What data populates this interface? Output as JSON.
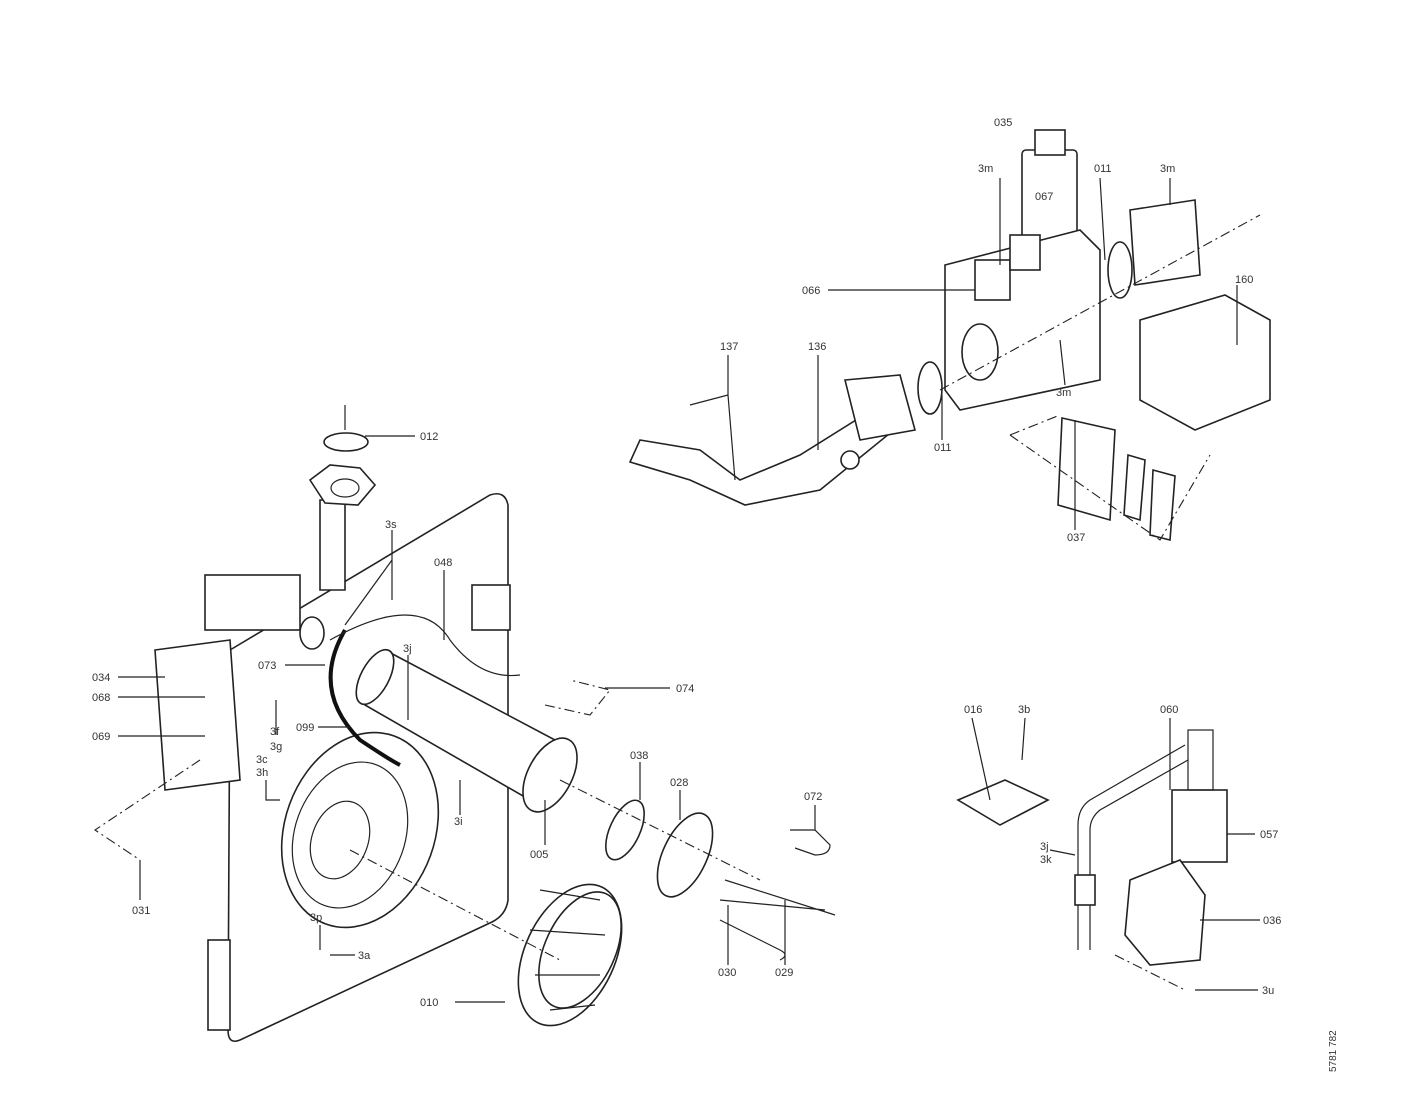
{
  "diagram": {
    "labels": [
      "035",
      "3m",
      "067",
      "011",
      "3m",
      "066",
      "160",
      "137",
      "136",
      "011",
      "3m",
      "037",
      "012",
      "3s",
      "048",
      "3j",
      "034",
      "068",
      "069",
      "073",
      "3f",
      "3g",
      "099",
      "3c",
      "3h",
      "3i",
      "074",
      "038",
      "028",
      "072",
      "005",
      "031",
      "3p",
      "3a",
      "030",
      "029",
      "010",
      "016",
      "3b",
      "060",
      "3j",
      "3k",
      "057",
      "036",
      "3u"
    ],
    "drawing_number": "5781 782"
  }
}
